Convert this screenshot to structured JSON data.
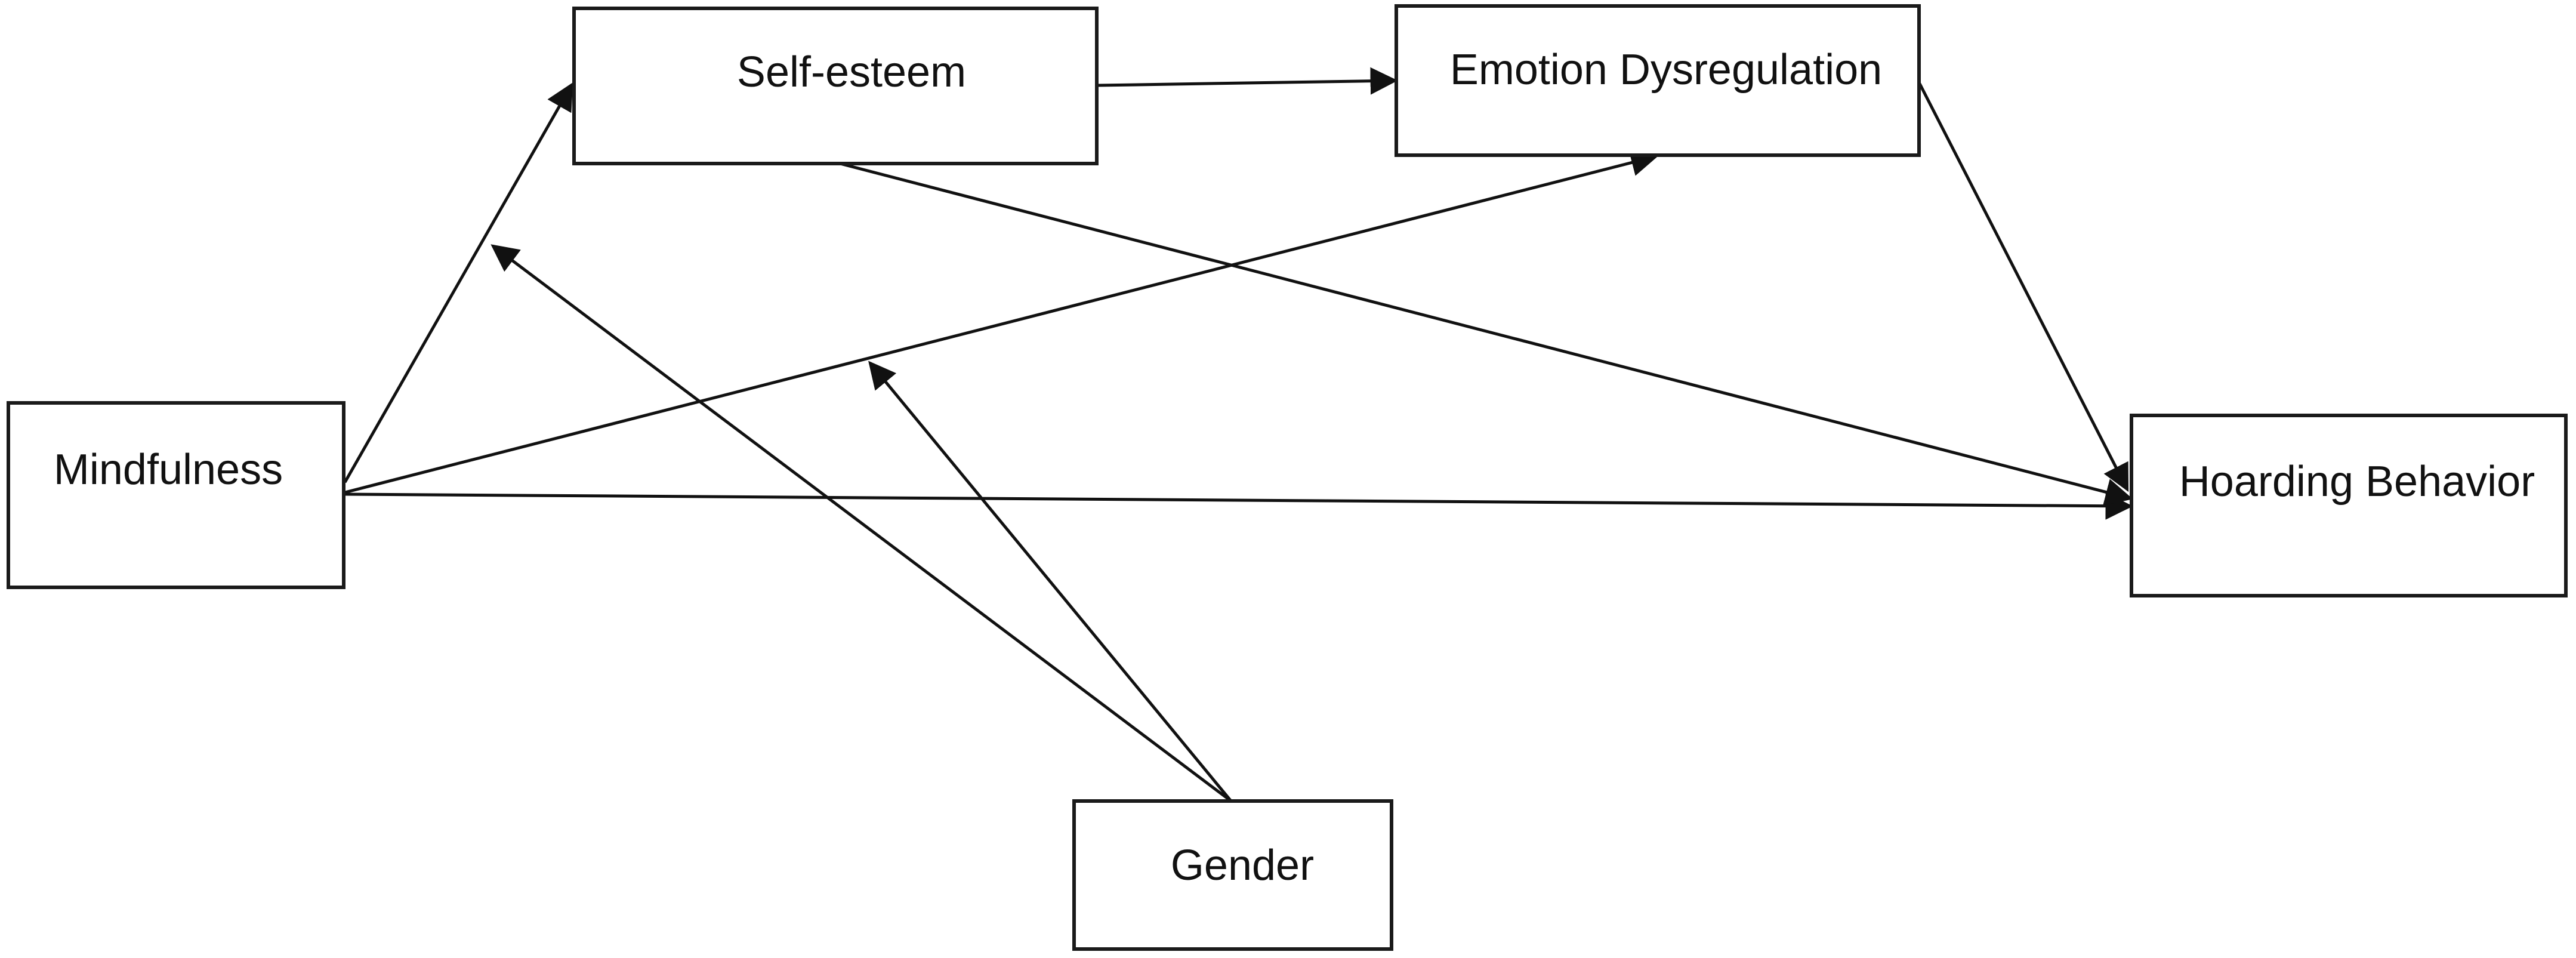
{
  "diagram": {
    "type": "path-model",
    "nodes": {
      "self_esteem": "Self-esteem",
      "emotion_dysregulation": "Emotion Dysregulation",
      "mindfulness": "Mindfulness",
      "hoarding_behavior": "Hoarding Behavior",
      "gender": "Gender"
    },
    "edges": [
      {
        "from": "Mindfulness",
        "to": "Self-esteem"
      },
      {
        "from": "Mindfulness",
        "to": "Emotion Dysregulation"
      },
      {
        "from": "Mindfulness",
        "to": "Hoarding Behavior"
      },
      {
        "from": "Self-esteem",
        "to": "Emotion Dysregulation"
      },
      {
        "from": "Self-esteem",
        "to": "Hoarding Behavior"
      },
      {
        "from": "Emotion Dysregulation",
        "to": "Hoarding Behavior"
      },
      {
        "from": "Gender",
        "to": "Mindfulness → Self-esteem path"
      },
      {
        "from": "Gender",
        "to": "Mindfulness → Emotion Dysregulation path"
      }
    ],
    "colors": {
      "line": "#111111",
      "box_border": "#1a1a1a",
      "background": "#ffffff"
    }
  }
}
